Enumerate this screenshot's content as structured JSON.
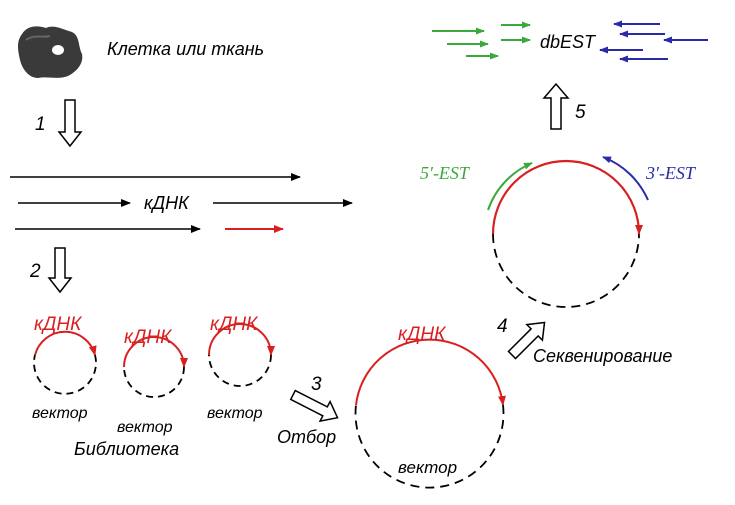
{
  "labels": {
    "cell": "Клетка или ткань",
    "cdna": "кДНК",
    "vector": "вектор",
    "library": "Библиотека",
    "selection": "Отбор",
    "sequencing": "Секвенирование",
    "est5": "5′-EST",
    "est3": "3′-EST",
    "dbest": "dbEST"
  },
  "steps": [
    "1",
    "2",
    "3",
    "4",
    "5"
  ],
  "colors": {
    "black": "#000000",
    "red": "#d92020",
    "green": "#3aa83a",
    "blue": "#2a2aa8",
    "tissue": "#3a3a3a"
  }
}
